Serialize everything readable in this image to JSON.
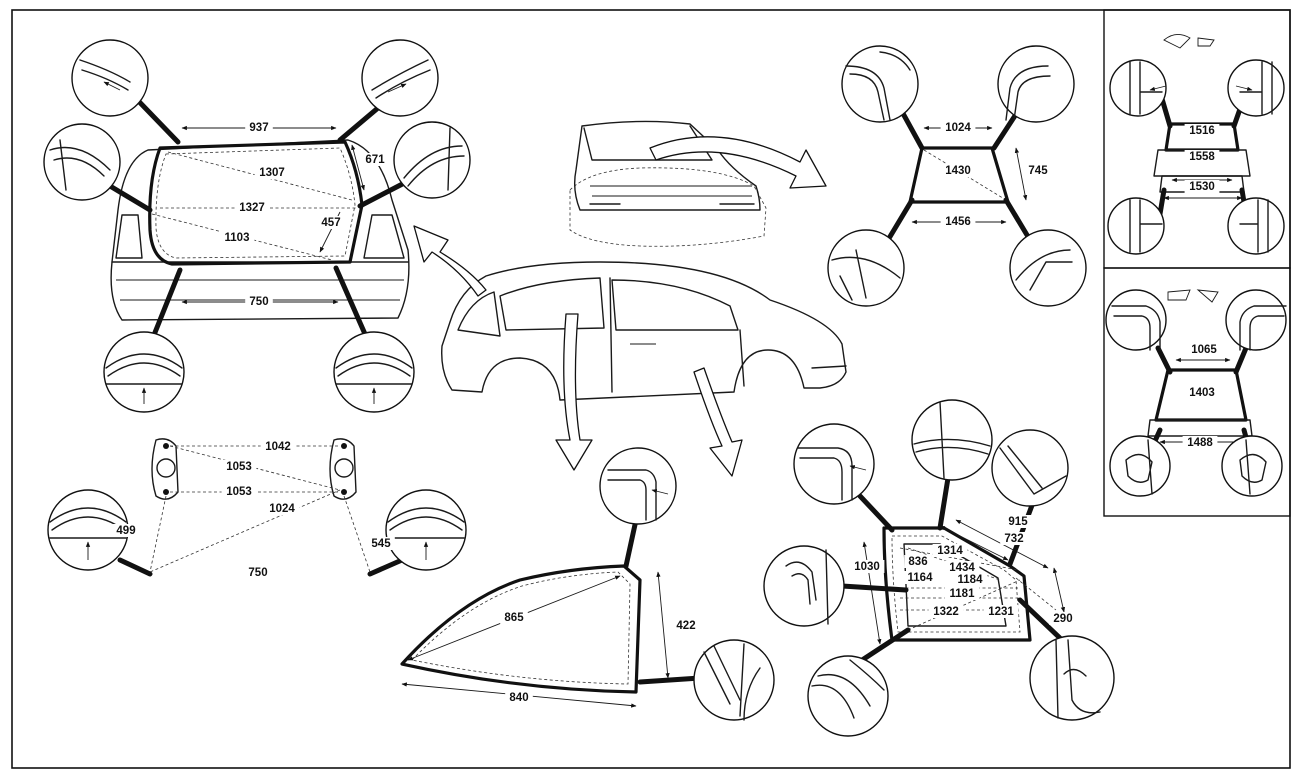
{
  "diagram": {
    "rear_hatch": {
      "dims": [
        "937",
        "1307",
        "671",
        "1327",
        "457",
        "1103",
        "750"
      ]
    },
    "rear_hatch_mount": {
      "dims": [
        "1042",
        "1053",
        "1053",
        "1024",
        "499",
        "545",
        "750"
      ]
    },
    "windshield": {
      "dims": [
        "1024",
        "1430",
        "745",
        "1456"
      ]
    },
    "side_quarter_glass": {
      "dims": [
        "865",
        "422",
        "840"
      ]
    },
    "door_frame": {
      "dims": [
        "915",
        "732",
        "1314",
        "836",
        "1434",
        "1030",
        "1164",
        "1184",
        "1181",
        "1322",
        "1231",
        "290"
      ]
    },
    "inset_top": {
      "dims": [
        "1516",
        "1558",
        "1530"
      ]
    },
    "inset_bottom": {
      "dims": [
        "1065",
        "1403",
        "1488"
      ]
    }
  }
}
